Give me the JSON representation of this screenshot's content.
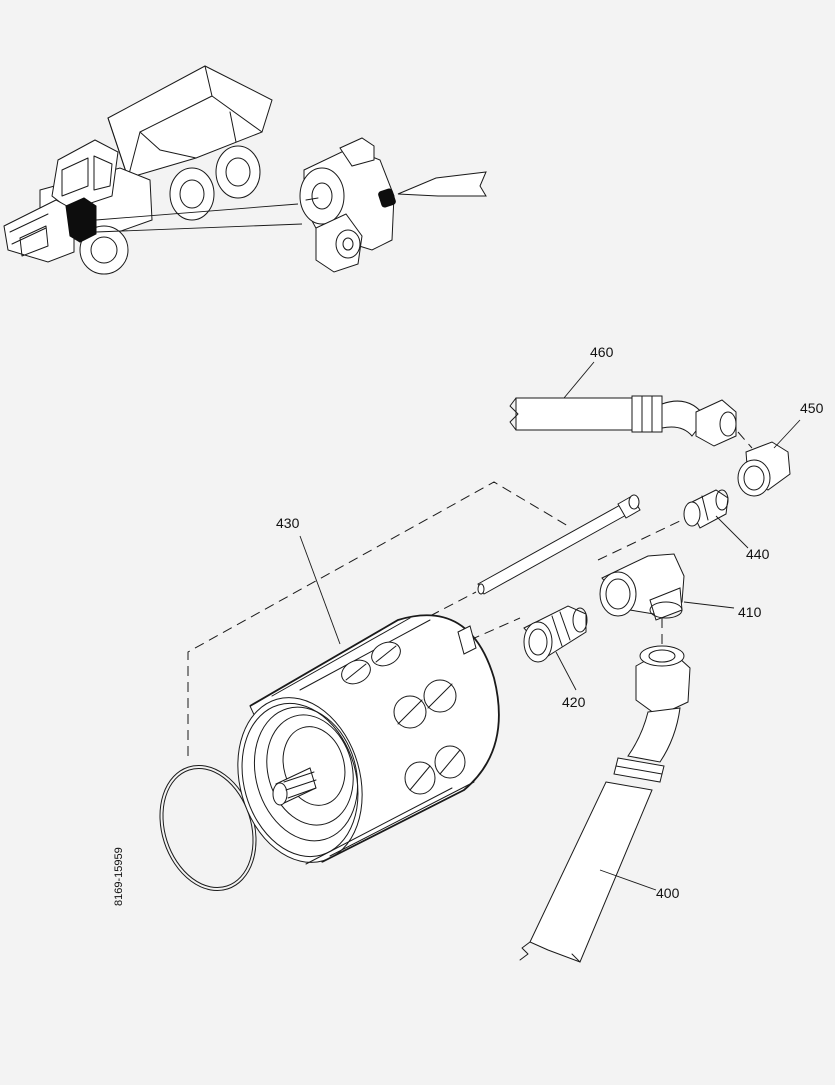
{
  "drawing_number": "8169-15959",
  "callouts": [
    {
      "id": "callout-460",
      "label": "460"
    },
    {
      "id": "callout-450",
      "label": "450"
    },
    {
      "id": "callout-430",
      "label": "430"
    },
    {
      "id": "callout-440",
      "label": "440"
    },
    {
      "id": "callout-410",
      "label": "410"
    },
    {
      "id": "callout-420",
      "label": "420"
    },
    {
      "id": "callout-400",
      "label": "400"
    }
  ],
  "colors": {
    "ink": "#1a1a1a",
    "paper": "#f3f3f3",
    "highlight": "#0d0d0d"
  }
}
